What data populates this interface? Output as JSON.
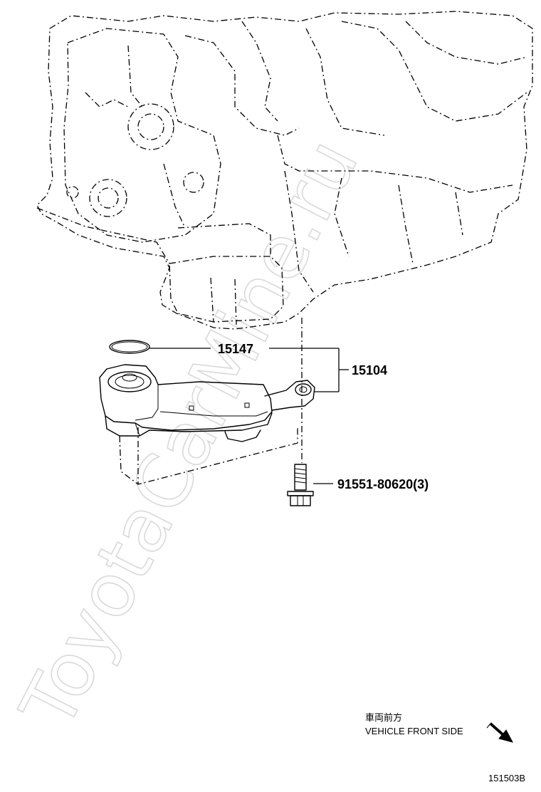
{
  "watermark": "ToyotaCarMine.ru",
  "callouts": {
    "o_ring": "15147",
    "strainer_assy": "15104",
    "bolt": "91551-80620(3)"
  },
  "orientation": {
    "japanese": "車両前方",
    "english": "VEHICLE FRONT SIDE",
    "icon": "arrow-down-right-icon"
  },
  "figure_id": "151503B"
}
